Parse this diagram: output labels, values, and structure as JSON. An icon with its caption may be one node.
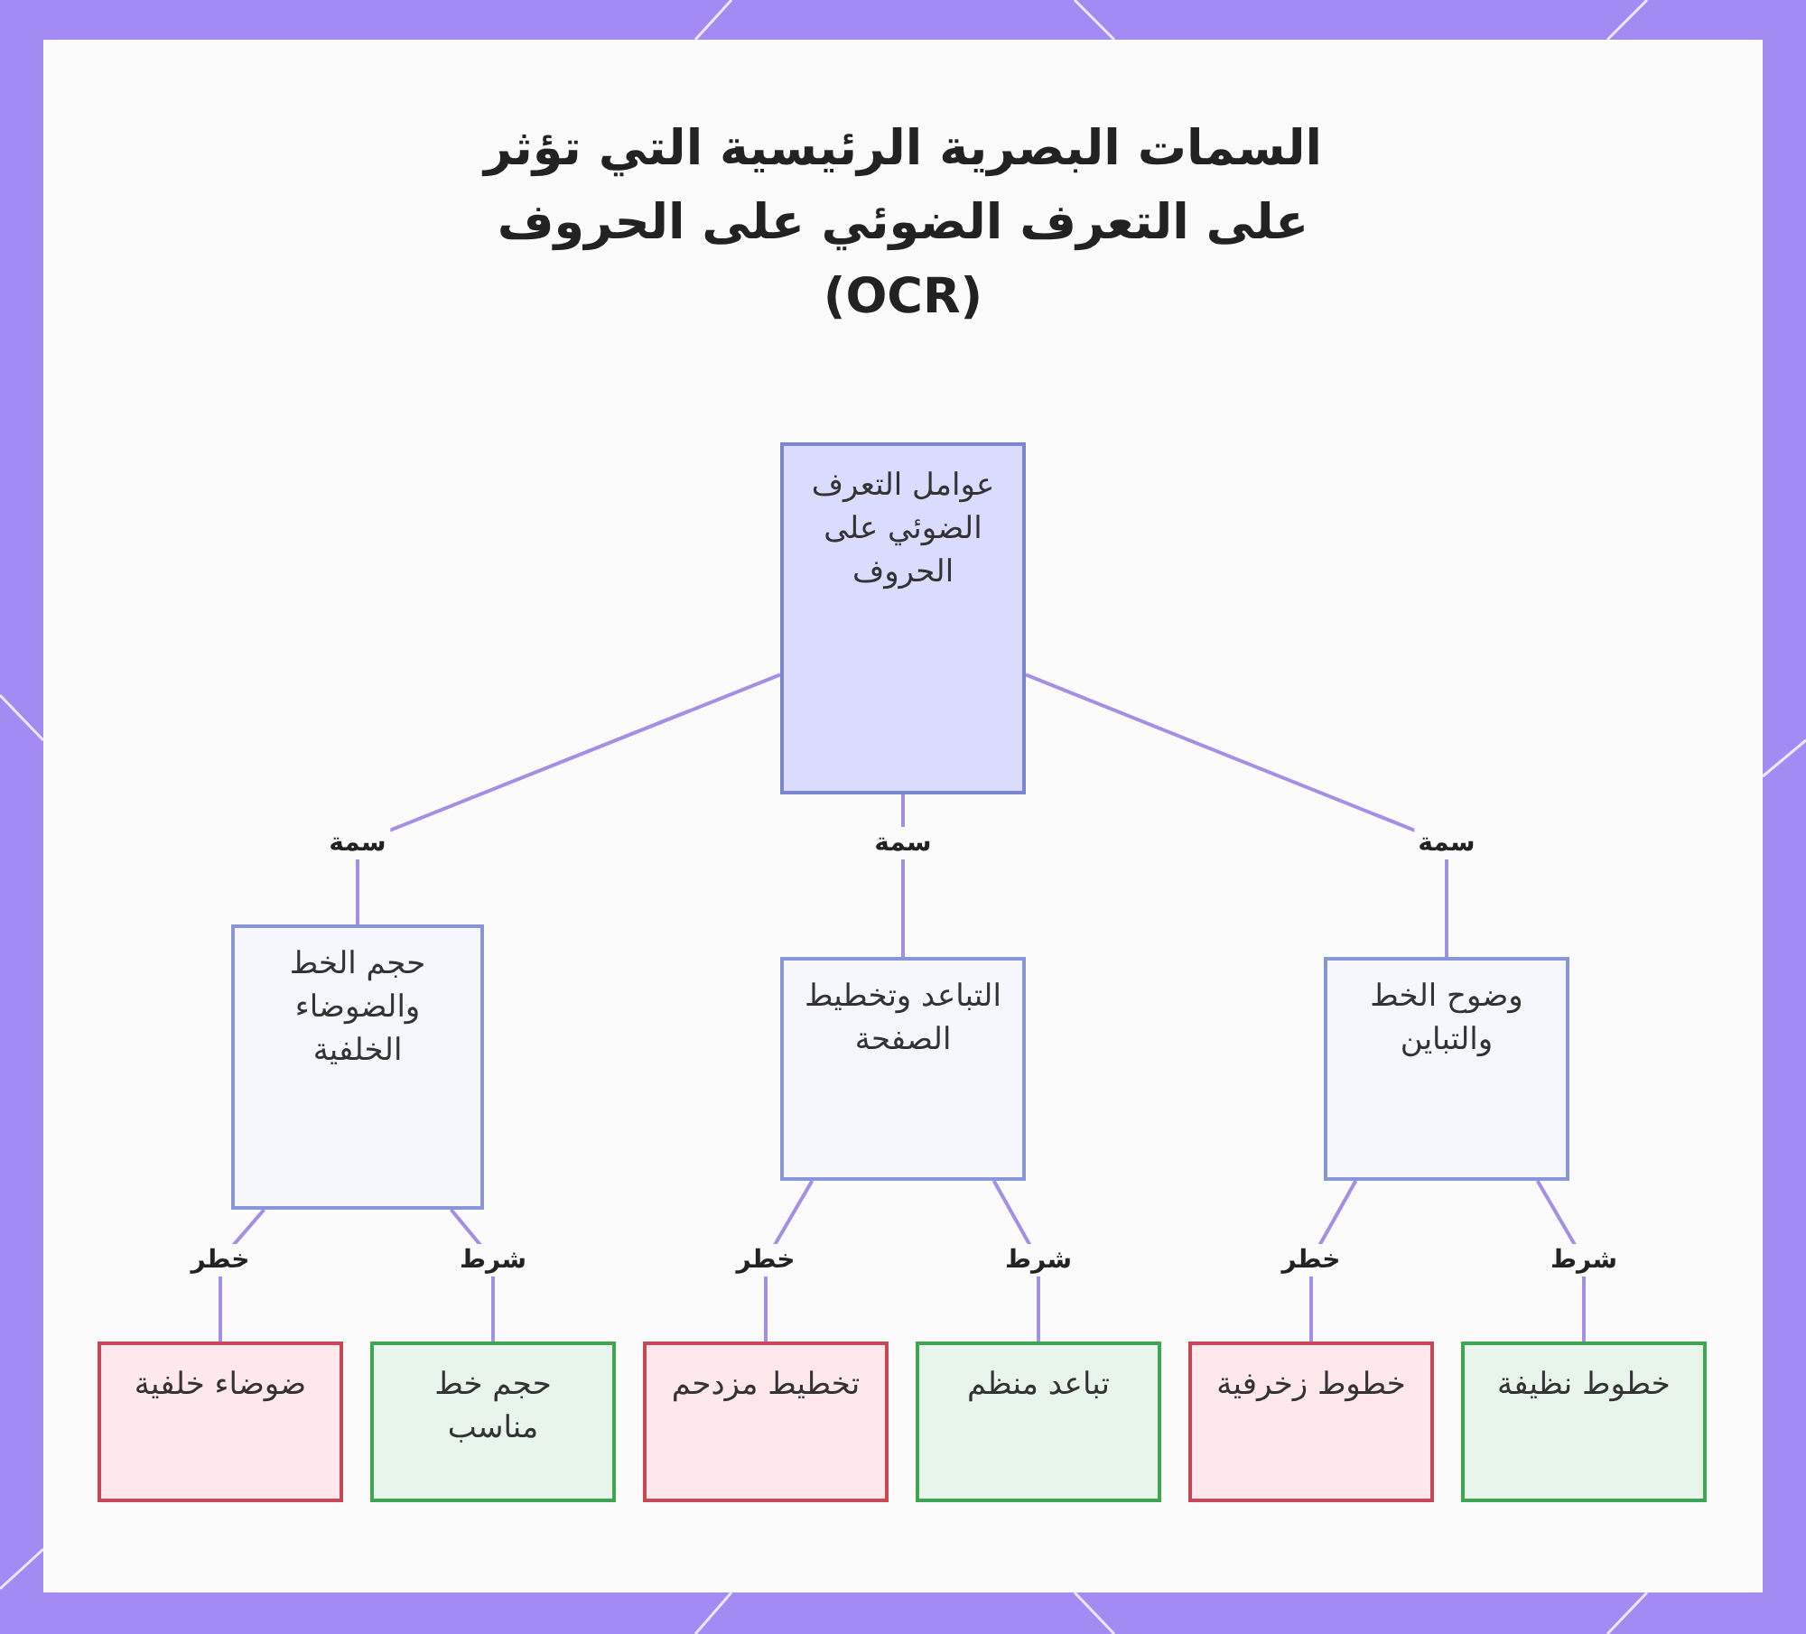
{
  "diagram": {
    "title": "السمات البصرية الرئيسية التي تؤثر على التعرف الضوئي على الحروف (OCR)",
    "nodes": [
      {
        "text": [
          "عوامل التعرف الضوئي على الحروف"
        ]
      },
      {
        "text": [
          "حجم الخط والضوضاء الخلفية"
        ]
      },
      {
        "text": [
          "التباعد وتخطيط الصفحة"
        ]
      },
      {
        "text": [
          "وضوح الخط والتباين"
        ]
      },
      {
        "text": [
          "ضوضاء خلفية"
        ]
      },
      {
        "text": [
          "حجم خط مناسب"
        ]
      },
      {
        "text": [
          "تخطيط مزدحم"
        ]
      },
      {
        "text": [
          "تباعد منظم"
        ]
      },
      {
        "text": [
          "خطوط زخرفية"
        ]
      },
      {
        "text": [
          "خطوط نظيفة"
        ]
      }
    ],
    "edges": [
      {
        "from": 0,
        "to": 1,
        "arrow": "none",
        "label": "سمة"
      },
      {
        "from": 0,
        "to": 2,
        "arrow": "none",
        "label": "سمة"
      },
      {
        "from": 0,
        "to": 3,
        "arrow": "none",
        "label": "سمة"
      },
      {
        "from": 1,
        "to": 4,
        "arrow": "none",
        "label": "خطر"
      },
      {
        "from": 1,
        "to": 5,
        "arrow": "none",
        "label": "شرط"
      },
      {
        "from": 2,
        "to": 6,
        "arrow": "none",
        "label": "خطر"
      },
      {
        "from": 2,
        "to": 7,
        "arrow": "none",
        "label": "شرط"
      },
      {
        "from": 3,
        "to": 8,
        "arrow": "none",
        "label": "خطر"
      },
      {
        "from": 3,
        "to": 9,
        "arrow": "none",
        "label": "شرط"
      }
    ]
  }
}
